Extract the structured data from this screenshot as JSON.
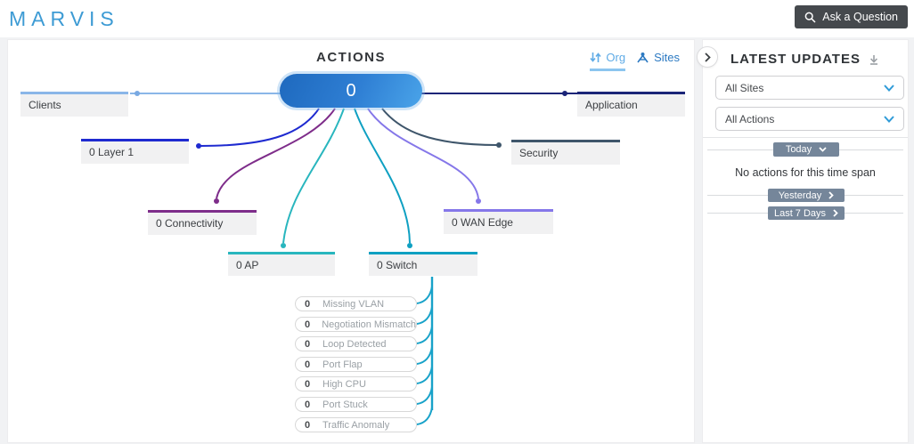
{
  "header": {
    "logo": "MARVIS",
    "ask_button_label": "Ask a Question",
    "ask_button_icon": "search-icon",
    "colors": {
      "logo_blue": "#3d9bd4",
      "button_bg": "#45494d"
    }
  },
  "actions_panel": {
    "title": "ACTIONS",
    "view_toggle": {
      "org_label": "Org",
      "sites_label": "Sites",
      "selected": "Org",
      "org_icon": "sort-arrows-icon",
      "sites_icon": "sites-icon",
      "selected_color": "#5fabe6",
      "sites_color": "#2b79c2"
    },
    "center_count": "0",
    "center_colors": [
      "#1e69be",
      "#4aa4e9"
    ],
    "nodes": [
      {
        "id": "clients",
        "label": "Clients",
        "color": "#8ab6e8"
      },
      {
        "id": "application",
        "label": "Application",
        "color": "#1b2578"
      },
      {
        "id": "layer1",
        "label": "0 Layer 1",
        "color": "#1e2ad0"
      },
      {
        "id": "security",
        "label": "Security",
        "color": "#3f566b"
      },
      {
        "id": "connectivity",
        "label": "0 Connectivity",
        "color": "#7e2d8a"
      },
      {
        "id": "wan-edge",
        "label": "0 WAN Edge",
        "color": "#8577e9"
      },
      {
        "id": "ap",
        "label": "0 AP",
        "color": "#29b6be"
      },
      {
        "id": "switch",
        "label": "0 Switch",
        "color": "#0fa0c2"
      }
    ],
    "switch_details": {
      "line_color": "#18a2c9",
      "items": [
        {
          "count": "0",
          "label": "Missing VLAN"
        },
        {
          "count": "0",
          "label": "Negotiation Mismatch"
        },
        {
          "count": "0",
          "label": "Loop Detected"
        },
        {
          "count": "0",
          "label": "Port Flap"
        },
        {
          "count": "0",
          "label": "High CPU"
        },
        {
          "count": "0",
          "label": "Port Stuck"
        },
        {
          "count": "0",
          "label": "Traffic Anomaly"
        }
      ]
    }
  },
  "updates_panel": {
    "title": "LATEST UPDATES",
    "collapse_icon": "chevron-right-icon",
    "download_icon": "download-icon",
    "site_filter_value": "All Sites",
    "action_filter_value": "All Actions",
    "today_button": "Today",
    "empty_message": "No actions for this time span",
    "yesterday_button": "Yesterday",
    "last7_button": "Last 7 Days",
    "button_color": "#75869a"
  }
}
